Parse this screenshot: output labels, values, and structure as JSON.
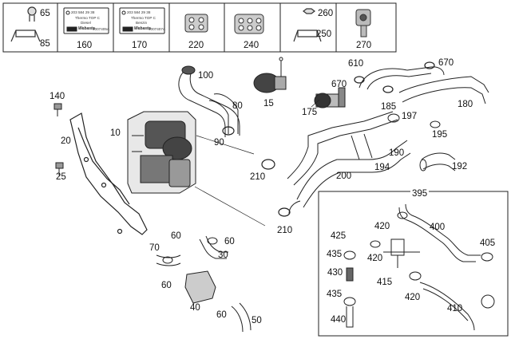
{
  "strip": {
    "cells": [
      {
        "top": "65",
        "bottom": "85"
      },
      {
        "num": "160",
        "card": {
          "part_no": "203 584 29 38",
          "line1": "Thermo TOP C",
          "line2": "Diesel",
          "brand": "Webasto",
          "code": "9007405A"
        }
      },
      {
        "num": "170",
        "card": {
          "part_no": "203 584 29 38",
          "line1": "Thermo TOP C",
          "line2": "Benzin",
          "brand": "Webasto",
          "code": "9007407A"
        }
      },
      {
        "num": "220"
      },
      {
        "num": "240"
      },
      {
        "top": "260",
        "bottom": "250"
      },
      {
        "num": "270"
      }
    ]
  },
  "callouts": {
    "c10": "10",
    "c15": "15",
    "c20": "20",
    "c25": "25",
    "c30": "30",
    "c40": "40",
    "c50": "50",
    "c60a": "60",
    "c60b": "60",
    "c60c": "60",
    "c60d": "60",
    "c70": "70",
    "c80": "80",
    "c90": "90",
    "c100": "100",
    "c140": "140",
    "c175": "175",
    "c180": "180",
    "c185": "185",
    "c190": "190",
    "c192": "192",
    "c194": "194",
    "c195": "195",
    "c197": "197",
    "c200": "200",
    "c210a": "210",
    "c210b": "210",
    "c610": "610",
    "c670a": "670",
    "c670b": "670"
  },
  "inset": {
    "number": "395",
    "labels": {
      "c400": "400",
      "c405": "405",
      "c410": "410",
      "c415": "415",
      "c420a": "420",
      "c420b": "420",
      "c420c": "420",
      "c425": "425",
      "c430": "430",
      "c435a": "435",
      "c435b": "435",
      "c440": "440"
    }
  }
}
